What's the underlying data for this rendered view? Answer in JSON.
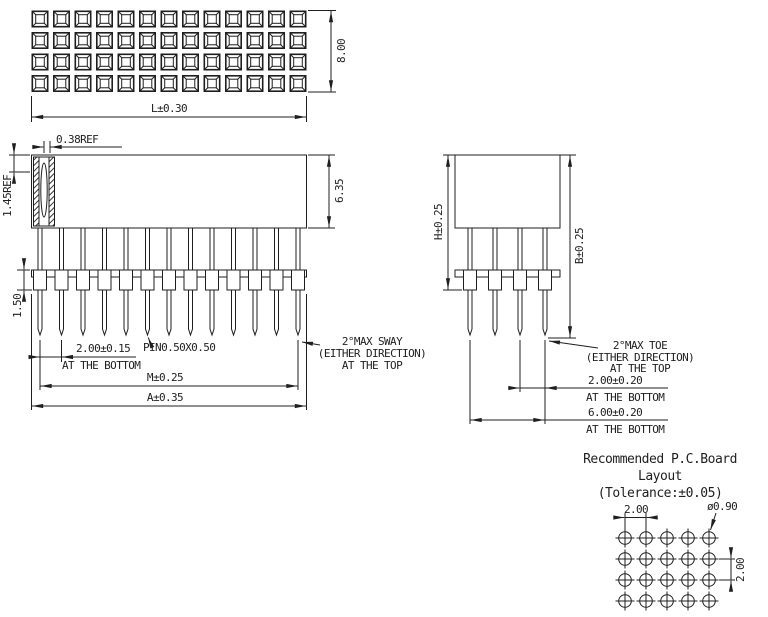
{
  "colors": {
    "ink": "#1f1f1f",
    "background": "#ffffff"
  },
  "top_view": {
    "dim_height": "8.00",
    "dim_width": "L±0.30"
  },
  "front_view": {
    "dim_slot": "0.38REF",
    "dim_contact": "1.45REF",
    "dim_spacer": "1.50",
    "dim_body": "6.35",
    "dim_pitch": "2.00±0.15",
    "dim_pitch_note": "AT THE BOTTOM",
    "pin_label": "PIN0.50X0.50",
    "dim_m": "M±0.25",
    "dim_a": "A±0.35",
    "sway_1": "2°MAX SWAY",
    "sway_2": "(EITHER DIRECTION)",
    "sway_3": "AT THE TOP"
  },
  "side_view": {
    "dim_h": "H±0.25",
    "dim_b": "B±0.25",
    "toe_1": "2°MAX TOE",
    "toe_2": "(EITHER DIRECTION)",
    "toe_3": "AT THE TOP",
    "dim_pitch": "2.00±0.20",
    "dim_pitch_note": "AT THE BOTTOM",
    "dim_span": "6.00±0.20",
    "dim_span_note": "AT THE BOTTOM"
  },
  "pcb_layout": {
    "title_1": "Recommended P.C.Board",
    "title_2": "Layout",
    "title_3": "(Tolerance:±0.05)",
    "dim_pitch_x": "2.00",
    "dim_hole": "ø0.90",
    "dim_pitch_y": "2.00"
  }
}
